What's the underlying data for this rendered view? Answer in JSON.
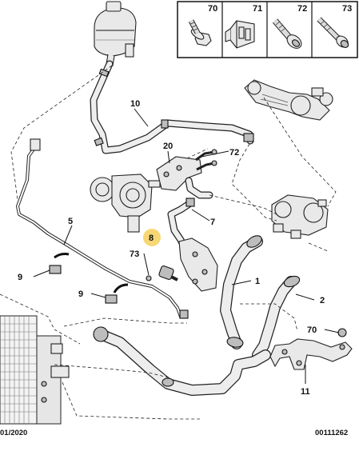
{
  "legend": {
    "items": [
      {
        "ref": "70",
        "icon": "bolt-flange-icon"
      },
      {
        "ref": "71",
        "icon": "clip-icon"
      },
      {
        "ref": "72",
        "icon": "bolt-icon"
      },
      {
        "ref": "73",
        "icon": "stud-bolt-icon"
      }
    ]
  },
  "callouts": {
    "c1": "1",
    "c2": "2",
    "c5": "5",
    "c7": "7",
    "c8": "8",
    "c9a": "9",
    "c9b": "9",
    "c10": "10",
    "c11": "11",
    "c20": "20",
    "c70": "70",
    "c72": "72",
    "c73": "73"
  },
  "highlight_color": "#f7d774",
  "footer": {
    "date": "01/2020",
    "code": "00111262"
  }
}
